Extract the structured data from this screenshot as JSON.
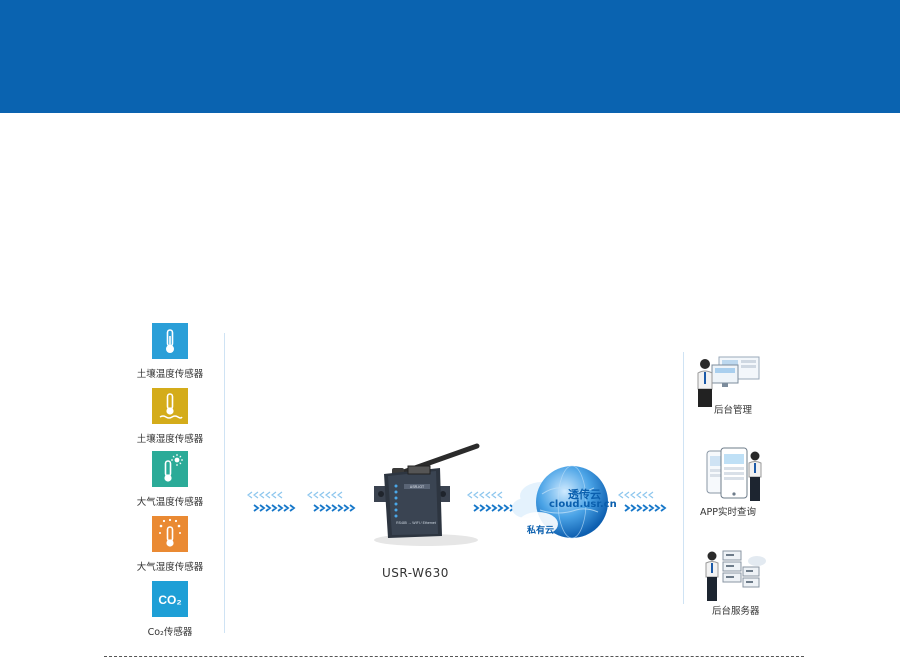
{
  "banner": {
    "color": "#0a63b0"
  },
  "sensors": [
    {
      "label": "土壤温度传感器",
      "color": "#2a9fd8",
      "icon": "thermometer-icon"
    },
    {
      "label": "土壤湿度传感器",
      "color": "#d4ac1a",
      "icon": "thermometer-water-icon"
    },
    {
      "label": "大气温度传感器",
      "color": "#2bab98",
      "icon": "thermometer-sun-icon"
    },
    {
      "label": "大气湿度传感器",
      "color": "#ea8a33",
      "icon": "thermometer-drops-icon"
    },
    {
      "label": "Co₂传感器",
      "color": "#1e9fd6",
      "icon_text": "CO₂"
    }
  ],
  "device": {
    "label": "USR-W630",
    "badge": "USR-IOT",
    "front_text": "RS485 → WIFI / Ethernet"
  },
  "cloud": {
    "title": "透传云",
    "url": "cloud.usr.cn",
    "private": "私有云"
  },
  "endpoints": [
    {
      "label": "后台管理",
      "icon": "admin-person-icon"
    },
    {
      "label": "APP实时查询",
      "icon": "mobile-app-icon"
    },
    {
      "label": "后台服务器",
      "icon": "server-icon"
    }
  ]
}
